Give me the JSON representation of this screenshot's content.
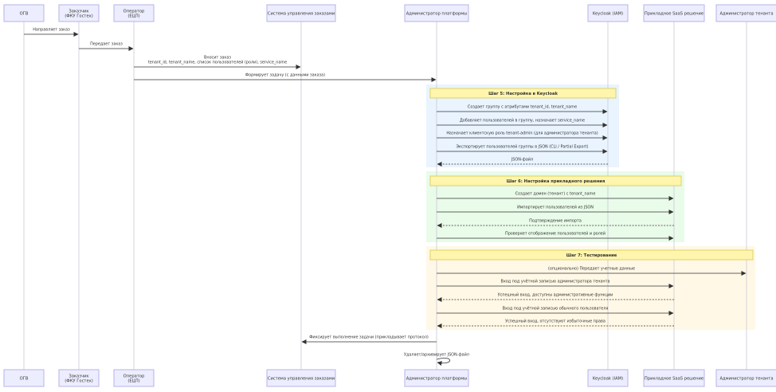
{
  "actors": [
    {
      "id": "ogv",
      "lines": [
        "ОГВ"
      ]
    },
    {
      "id": "customer",
      "lines": [
        "Заказчик",
        "(ФКУ Гостех)"
      ]
    },
    {
      "id": "operator",
      "lines": [
        "Оператор",
        "(ЕЦП)"
      ]
    },
    {
      "id": "oms",
      "lines": [
        "Система управления заказами"
      ]
    },
    {
      "id": "admin",
      "lines": [
        "Администратор платформы"
      ]
    },
    {
      "id": "keycloak",
      "lines": [
        "Keycloak (IAM)"
      ]
    },
    {
      "id": "saas",
      "lines": [
        "Прикладное SaaS решение"
      ]
    },
    {
      "id": "tenant_admin",
      "lines": [
        "Администратор тенанта"
      ]
    }
  ],
  "groups": [
    {
      "id": "step5",
      "title": "Шаг 5: Настройка в Keycloak",
      "bg": "#e9f4ff"
    },
    {
      "id": "step6",
      "title": "Шаг 6: Настройка прикладного решения",
      "bg": "#e9fbe9"
    },
    {
      "id": "step7",
      "title": "Шаг 7: Тестирование",
      "bg": "#fff8e6"
    }
  ],
  "messages": [
    {
      "from": "ogv",
      "to": "customer",
      "lines": [
        "Направляет заказ"
      ],
      "dashed": false
    },
    {
      "from": "customer",
      "to": "operator",
      "lines": [
        "Передает заказ"
      ],
      "dashed": false
    },
    {
      "from": "operator",
      "to": "oms",
      "lines": [
        "Вносит заказ",
        "tenant_id, tenant_name, список пользователей (роли), service_name"
      ],
      "dashed": false
    },
    {
      "from": "operator",
      "to": "admin",
      "lines": [
        "Формирует задачу (с данными заказа)"
      ],
      "dashed": false
    },
    {
      "from": "admin",
      "to": "keycloak",
      "lines": [
        "Создает группу с атрибутами tenant_id, tenant_name"
      ],
      "dashed": false
    },
    {
      "from": "admin",
      "to": "keycloak",
      "lines": [
        "Добавляет пользователей в группу, назначает service_name"
      ],
      "dashed": false
    },
    {
      "from": "admin",
      "to": "keycloak",
      "lines": [
        "Назначает клиентскую роль tenant-admin (для администратора тенанта)"
      ],
      "dashed": false
    },
    {
      "from": "admin",
      "to": "keycloak",
      "lines": [
        "Экспортирует пользователей группы в JSON (CLI / Partial Export)"
      ],
      "dashed": false
    },
    {
      "from": "keycloak",
      "to": "admin",
      "lines": [
        "JSON-файл"
      ],
      "dashed": true
    },
    {
      "from": "admin",
      "to": "saas",
      "lines": [
        "Создает домен (тенант) с tenant_name"
      ],
      "dashed": false
    },
    {
      "from": "admin",
      "to": "saas",
      "lines": [
        "Импортирует пользователей из JSON"
      ],
      "dashed": false
    },
    {
      "from": "saas",
      "to": "admin",
      "lines": [
        "Подтверждение импорта"
      ],
      "dashed": true
    },
    {
      "from": "admin",
      "to": "saas",
      "lines": [
        "Проверяет отображение пользователей и ролей"
      ],
      "dashed": false
    },
    {
      "from": "admin",
      "to": "tenant_admin",
      "lines": [
        "(опционально) Передает учетные данные"
      ],
      "dashed": false
    },
    {
      "from": "admin",
      "to": "saas",
      "lines": [
        "Вход под учётной записью администратора тенанта"
      ],
      "dashed": false
    },
    {
      "from": "saas",
      "to": "admin",
      "lines": [
        "Успешный вход, доступны административные функции"
      ],
      "dashed": true
    },
    {
      "from": "admin",
      "to": "saas",
      "lines": [
        "Вход под учётной записью обычного пользователя"
      ],
      "dashed": false
    },
    {
      "from": "saas",
      "to": "admin",
      "lines": [
        "Успешный вход, отсутствуют избыточные права"
      ],
      "dashed": true
    },
    {
      "from": "admin",
      "to": "oms",
      "lines": [
        "Фиксирует выполнение задачи (прикладывает протокол)"
      ],
      "dashed": false
    },
    {
      "from": "admin",
      "to": "admin",
      "lines": [
        "Удаляет/архивирует JSON-файл"
      ],
      "dashed": false
    }
  ]
}
